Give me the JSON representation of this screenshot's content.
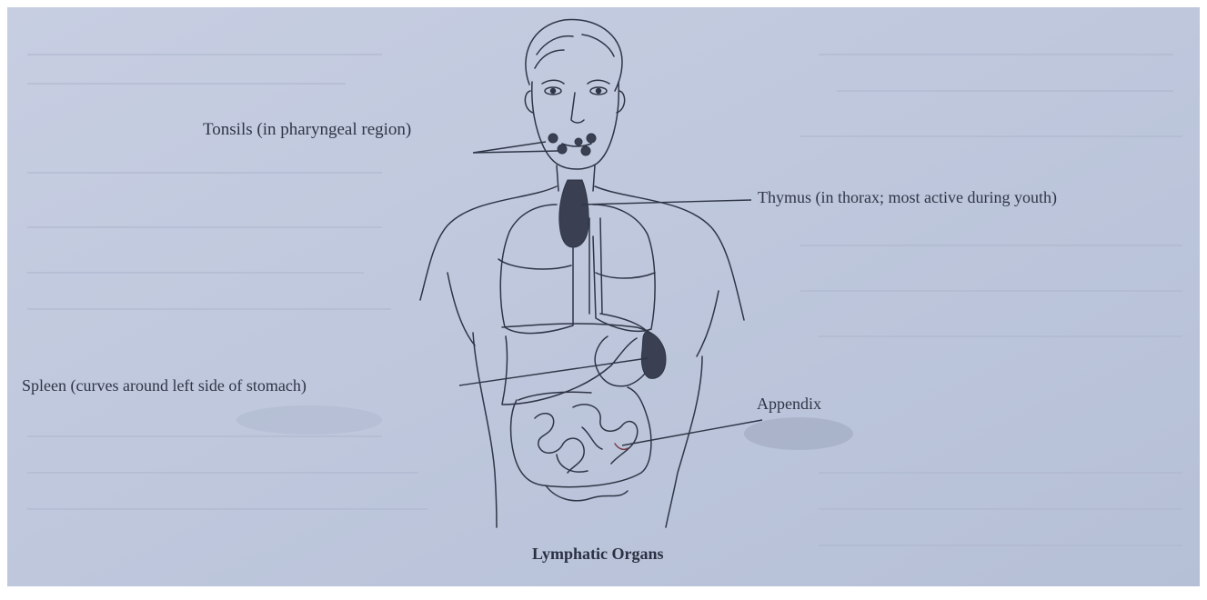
{
  "diagram": {
    "caption": "Lymphatic Organs",
    "labels": {
      "tonsils": "Tonsils (in pharyngeal region)",
      "thymus": "Thymus (in thorax; most active during youth)",
      "spleen": "Spleen (curves around left side of stomach)",
      "appendix": "Appendix"
    },
    "colors": {
      "paper": "#c3cbdf",
      "ink": "#2e3546",
      "organ_fill": "#3a4052"
    }
  }
}
